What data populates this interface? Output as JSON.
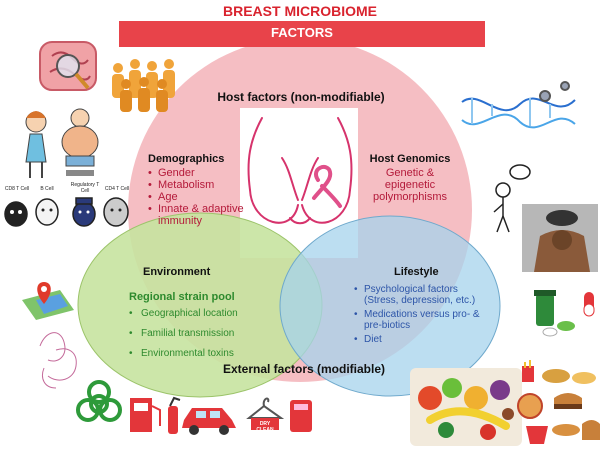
{
  "header": {
    "title": "BREAST MICROBIOME",
    "subtitle": "FACTORS"
  },
  "host": {
    "title": "Host factors (non-modifiable)",
    "demographics": {
      "title": "Demographics",
      "items": [
        "Gender",
        "Metabolism",
        "Age",
        "Innate & adaptive immunity"
      ]
    },
    "genomics": {
      "title": "Host Genomics",
      "text": "Genetic & epigenetic polymorphisms"
    }
  },
  "environment": {
    "title": "Environment",
    "subtitle": "Regional strain pool",
    "items": [
      "Geographical location",
      "Familial transmission",
      "Environmental toxins"
    ]
  },
  "lifestyle": {
    "title": "Lifestyle",
    "items": [
      "Psychological factors (Stress, depression, etc.)",
      "Medications versus pro- & pre-biotics",
      "Diet"
    ]
  },
  "external": {
    "title": "External factors (modifiable)"
  },
  "cells": {
    "labels": [
      "CD8 T Cell",
      "B Cell",
      "Regulatory T Cell",
      "CD4 T Cell"
    ]
  },
  "laundry": {
    "label": "DRY CLEAN"
  },
  "colors": {
    "accent": "#e8434a",
    "host_circle": "#f3b3b8",
    "environment_circle": "#c7e3a0",
    "lifestyle_circle": "#a6d3ec"
  },
  "icons": [
    "intestine-icon",
    "population-icon",
    "woman-icon",
    "obese-woman-icon",
    "immune-cells-icon",
    "dna-icon",
    "stressed-person-icon",
    "headache-woman-icon",
    "map-pin-icon",
    "couple-sketch-icon",
    "biohazard-icon",
    "fuel-pump-icon",
    "fire-extinguisher-icon",
    "car-icon",
    "dry-clean-hanger-icon",
    "toaster-icon",
    "pills-icon",
    "healthy-food-icon",
    "fast-food-icon",
    "breast-outline-icon",
    "pink-ribbon-icon"
  ]
}
